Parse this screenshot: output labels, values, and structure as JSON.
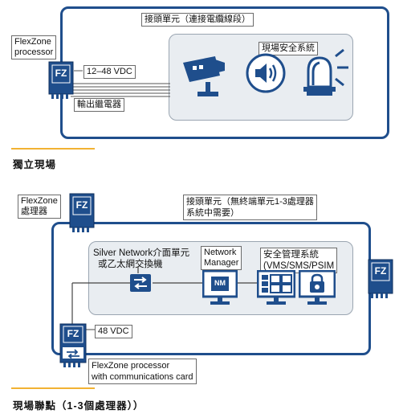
{
  "top": {
    "junction_label": "接頭單元（連接電纜線段）",
    "processor_label_line1": "FlexZone",
    "processor_label_line2": "processor",
    "voltage": "12–48 VDC",
    "relay_label": "輸出繼電器",
    "site_security_label": "現場安全系統",
    "fz_text": "FZ",
    "section_title": "獨立現場"
  },
  "bottom": {
    "processor_label_line1": "FlexZone",
    "processor_label_line2": "處理器",
    "junction_label_line1": "接頭單元（無終端單元1-3處理器",
    "junction_label_line2": "系統中需要）",
    "silver_label_line1": "Silver Network介面單元",
    "silver_label_line2": "或乙太網交換機",
    "nm_label_line1": "Network",
    "nm_label_line2": "Manager",
    "sms_label_line1": "安全管理系統",
    "sms_label_line2": "(VMS/SMS/PSIM",
    "nm_icon_text": "NM",
    "voltage": "48 VDC",
    "comm_label_line1": "FlexZone processor",
    "comm_label_line2": "with communications card",
    "fz_text": "FZ",
    "section_title": "現場聯點（1-3個處理器））"
  },
  "colors": {
    "primary_blue": "#1f4e8c",
    "panel_gray": "#e9edf1",
    "accent_gold": "#f2b233"
  }
}
